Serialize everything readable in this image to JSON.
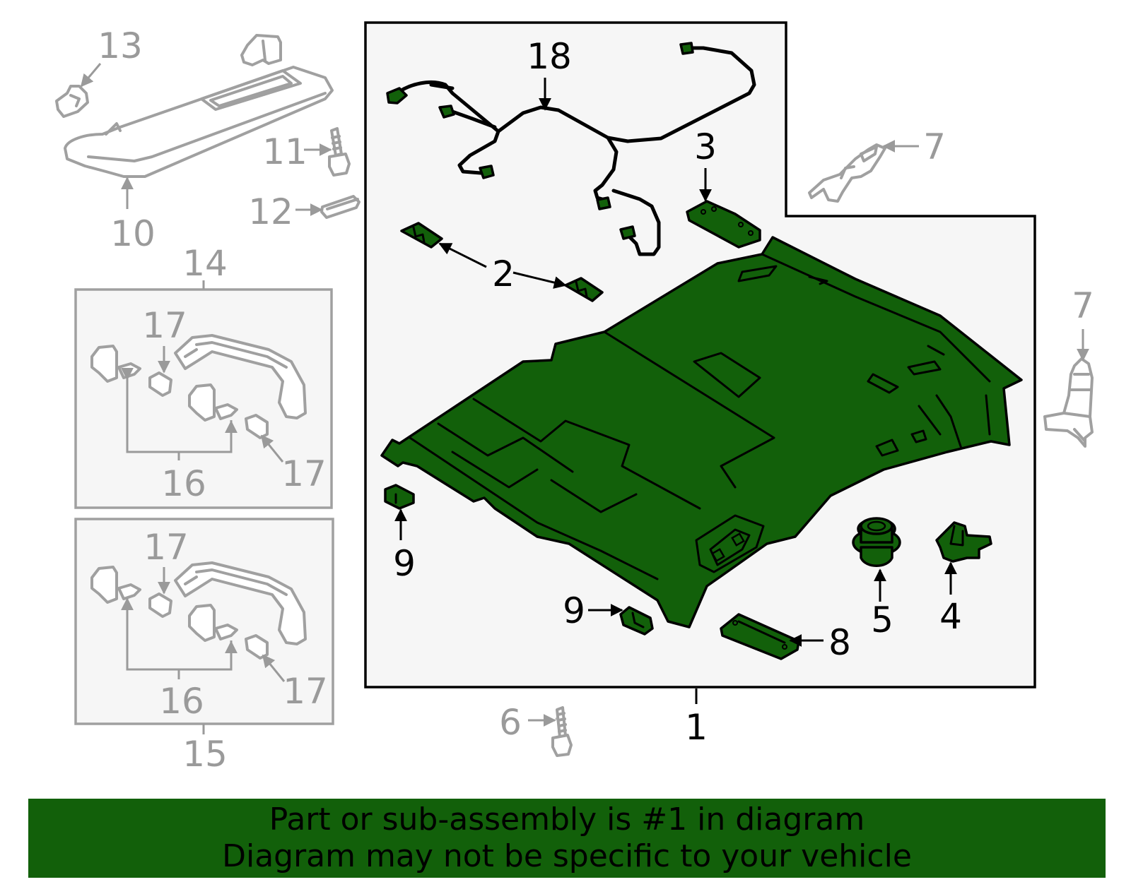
{
  "diagram": {
    "callouts": {
      "c1": "1",
      "c2": "2",
      "c3": "3",
      "c4": "4",
      "c5": "5",
      "c6": "6",
      "c7a": "7",
      "c7b": "7",
      "c8": "8",
      "c9a": "9",
      "c9b": "9",
      "c10": "10",
      "c11": "11",
      "c12": "12",
      "c13": "13",
      "c14": "14",
      "c15": "15",
      "c16a": "16",
      "c16b": "16",
      "c17a": "17",
      "c17b": "17",
      "c17c": "17",
      "c17d": "17",
      "c18": "18"
    },
    "colors": {
      "highlight": "#12600a",
      "inactive_part": "#a0a0a0",
      "outline": "#000000",
      "panel_fill": "#f6f6f6"
    }
  },
  "banner": {
    "line1": "Part or sub-assembly is #1 in diagram",
    "line2": "Diagram may not be specific to your vehicle"
  }
}
